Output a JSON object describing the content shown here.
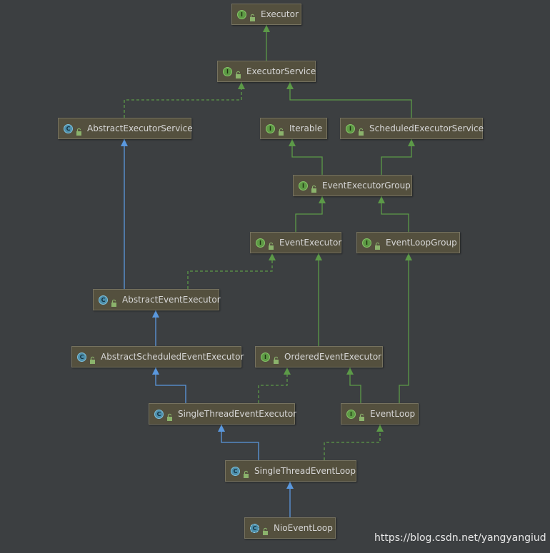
{
  "colors": {
    "background": "#3c3f41",
    "interface_arrow": "#5c9a48",
    "class_arrow": "#5a98de",
    "node_fill": "#54503e",
    "node_border": "#76725f",
    "text": "#d6d6d6"
  },
  "nodes": [
    {
      "id": "executor",
      "label": "Executor",
      "kind": "interface",
      "icon": "interface-icon"
    },
    {
      "id": "executor-service",
      "label": "ExecutorService",
      "kind": "interface",
      "icon": "interface-icon"
    },
    {
      "id": "abstract-executor-service",
      "label": "AbstractExecutorService",
      "kind": "class",
      "icon": "class-icon"
    },
    {
      "id": "iterable",
      "label": "Iterable",
      "kind": "interface",
      "icon": "interface-icon"
    },
    {
      "id": "scheduled-executor-service",
      "label": "ScheduledExecutorService",
      "kind": "interface",
      "icon": "interface-icon"
    },
    {
      "id": "event-executor-group",
      "label": "EventExecutorGroup",
      "kind": "interface",
      "icon": "interface-icon"
    },
    {
      "id": "event-executor",
      "label": "EventExecutor",
      "kind": "interface",
      "icon": "interface-icon"
    },
    {
      "id": "event-loop-group",
      "label": "EventLoopGroup",
      "kind": "interface",
      "icon": "interface-icon"
    },
    {
      "id": "abstract-event-executor",
      "label": "AbstractEventExecutor",
      "kind": "class",
      "icon": "class-icon"
    },
    {
      "id": "abstract-scheduled-event-executor",
      "label": "AbstractScheduledEventExecutor",
      "kind": "class",
      "icon": "class-icon"
    },
    {
      "id": "ordered-event-executor",
      "label": "OrderedEventExecutor",
      "kind": "interface",
      "icon": "interface-icon"
    },
    {
      "id": "single-thread-event-executor",
      "label": "SingleThreadEventExecutor",
      "kind": "class",
      "icon": "class-icon"
    },
    {
      "id": "event-loop",
      "label": "EventLoop",
      "kind": "interface",
      "icon": "interface-icon"
    },
    {
      "id": "single-thread-event-loop",
      "label": "SingleThreadEventLoop",
      "kind": "class",
      "icon": "class-icon"
    },
    {
      "id": "nio-event-loop",
      "label": "NioEventLoop",
      "kind": "class-concrete",
      "icon": "class-icon"
    }
  ],
  "edges": [
    {
      "from": "executor-service",
      "to": "executor",
      "type": "extends-interface"
    },
    {
      "from": "abstract-executor-service",
      "to": "executor-service",
      "type": "implements"
    },
    {
      "from": "scheduled-executor-service",
      "to": "executor-service",
      "type": "extends-interface"
    },
    {
      "from": "event-executor-group",
      "to": "iterable",
      "type": "extends-interface"
    },
    {
      "from": "event-executor-group",
      "to": "scheduled-executor-service",
      "type": "extends-interface"
    },
    {
      "from": "event-executor",
      "to": "event-executor-group",
      "type": "extends-interface"
    },
    {
      "from": "event-loop-group",
      "to": "event-executor-group",
      "type": "extends-interface"
    },
    {
      "from": "abstract-event-executor",
      "to": "abstract-executor-service",
      "type": "extends-class"
    },
    {
      "from": "abstract-event-executor",
      "to": "event-executor",
      "type": "implements"
    },
    {
      "from": "abstract-scheduled-event-executor",
      "to": "abstract-event-executor",
      "type": "extends-class"
    },
    {
      "from": "ordered-event-executor",
      "to": "event-executor",
      "type": "extends-interface"
    },
    {
      "from": "single-thread-event-executor",
      "to": "abstract-scheduled-event-executor",
      "type": "extends-class"
    },
    {
      "from": "single-thread-event-executor",
      "to": "ordered-event-executor",
      "type": "implements"
    },
    {
      "from": "event-loop",
      "to": "ordered-event-executor",
      "type": "extends-interface"
    },
    {
      "from": "event-loop",
      "to": "event-loop-group",
      "type": "extends-interface"
    },
    {
      "from": "single-thread-event-loop",
      "to": "single-thread-event-executor",
      "type": "extends-class"
    },
    {
      "from": "single-thread-event-loop",
      "to": "event-loop",
      "type": "implements"
    },
    {
      "from": "nio-event-loop",
      "to": "single-thread-event-loop",
      "type": "extends-class"
    }
  ],
  "watermark": "https://blog.csdn.net/yangyangiud"
}
